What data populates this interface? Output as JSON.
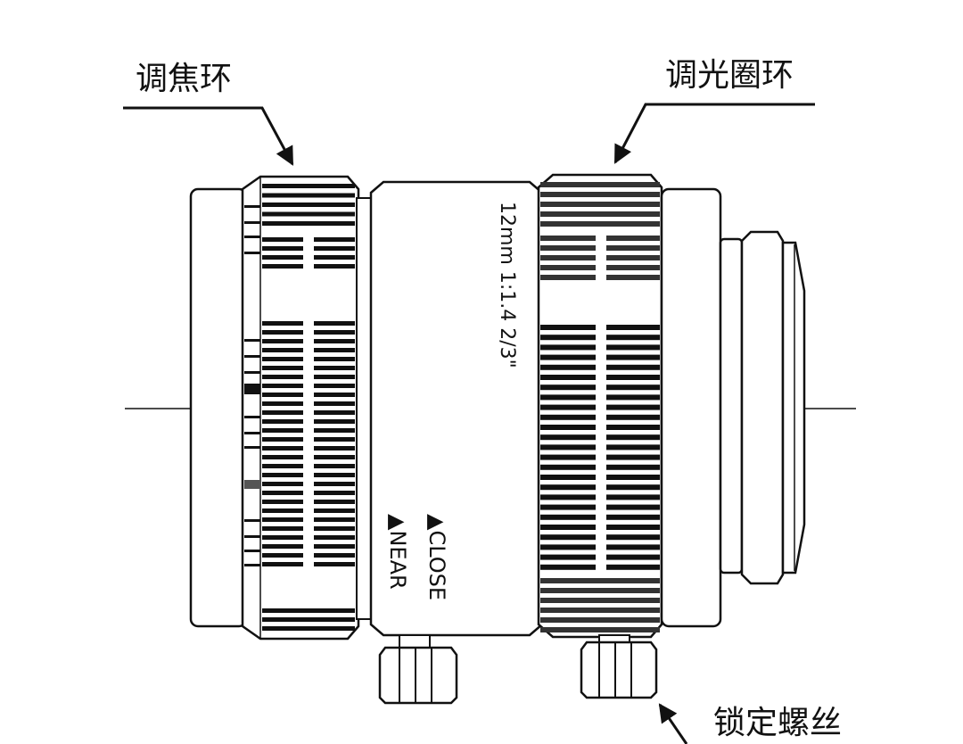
{
  "labels": {
    "focus_ring": "调焦环",
    "aperture_ring": "调光圈环",
    "lock_screw": "锁定螺丝"
  },
  "lens_markings": {
    "spec": "12mm  1:1.4  2/3\"",
    "close": "▲CLOSE",
    "near": "▲NEAR"
  },
  "colors": {
    "stroke": "#111111",
    "ridge": "#111111",
    "aperture_ridge": "#333333",
    "background": "#ffffff"
  }
}
